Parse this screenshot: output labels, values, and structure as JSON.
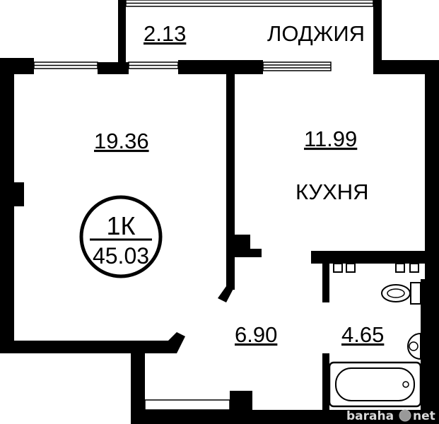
{
  "plan": {
    "areas": {
      "loggia": "2.13",
      "living_room": "19.36",
      "kitchen": "11.99",
      "hallway": "6.90",
      "bathroom": "4.65"
    },
    "labels": {
      "loggia": "ЛОДЖИЯ",
      "kitchen": "КУХНЯ"
    },
    "badge": {
      "type": "1К",
      "total_area": "45.03"
    },
    "watermark": "baraha",
    "watermark_suffix": "net",
    "colors": {
      "wall": "#000000",
      "background": "#ffffff"
    }
  }
}
